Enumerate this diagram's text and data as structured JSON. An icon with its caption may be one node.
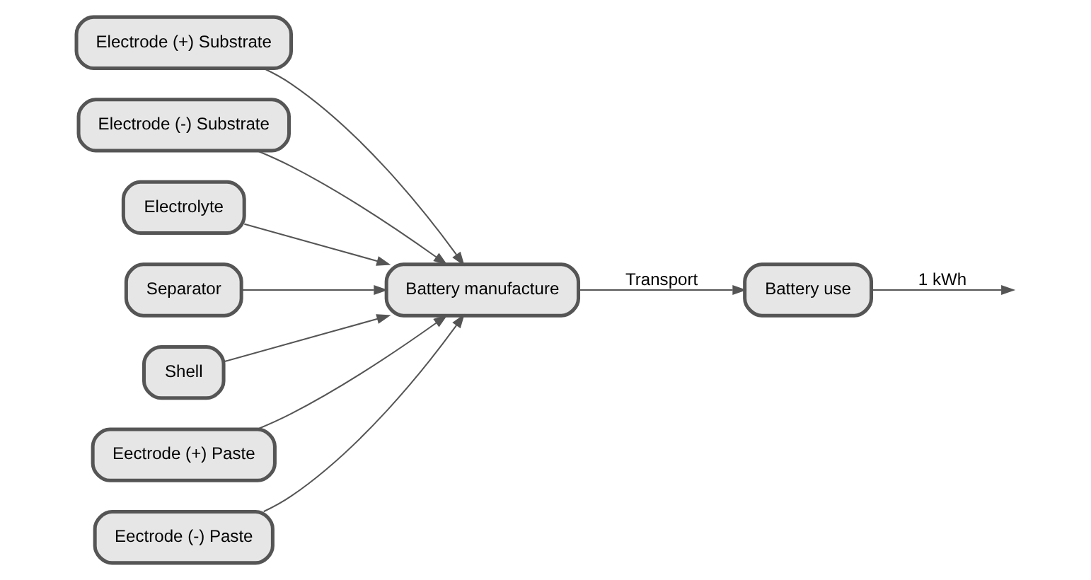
{
  "diagram": {
    "nodes": [
      {
        "text": [
          "Electrode (+) Substrate"
        ]
      },
      {
        "text": [
          "Electrode (-) Substrate"
        ]
      },
      {
        "text": [
          "Electrolyte"
        ]
      },
      {
        "text": [
          "Separator"
        ]
      },
      {
        "text": [
          "Shell"
        ]
      },
      {
        "text": [
          "Eectrode (+) Paste"
        ]
      },
      {
        "text": [
          "Eectrode (-) Paste"
        ]
      },
      {
        "text": [
          "Battery manufacture"
        ]
      },
      {
        "text": [
          "Battery use"
        ]
      }
    ],
    "edges": [
      {
        "from": 0,
        "to": 7,
        "arrow": "to"
      },
      {
        "from": 1,
        "to": 7,
        "arrow": "to"
      },
      {
        "from": 2,
        "to": 7,
        "arrow": "to"
      },
      {
        "from": 3,
        "to": 7,
        "arrow": "to"
      },
      {
        "from": 4,
        "to": 7,
        "arrow": "to"
      },
      {
        "from": 5,
        "to": 7,
        "arrow": "to"
      },
      {
        "from": 6,
        "to": 7,
        "arrow": "to"
      },
      {
        "from": 7,
        "to": 8,
        "arrow": "to",
        "label": "Transport"
      },
      {
        "from": 8,
        "to": null,
        "arrow": "to",
        "label": "1 kWh"
      }
    ]
  }
}
